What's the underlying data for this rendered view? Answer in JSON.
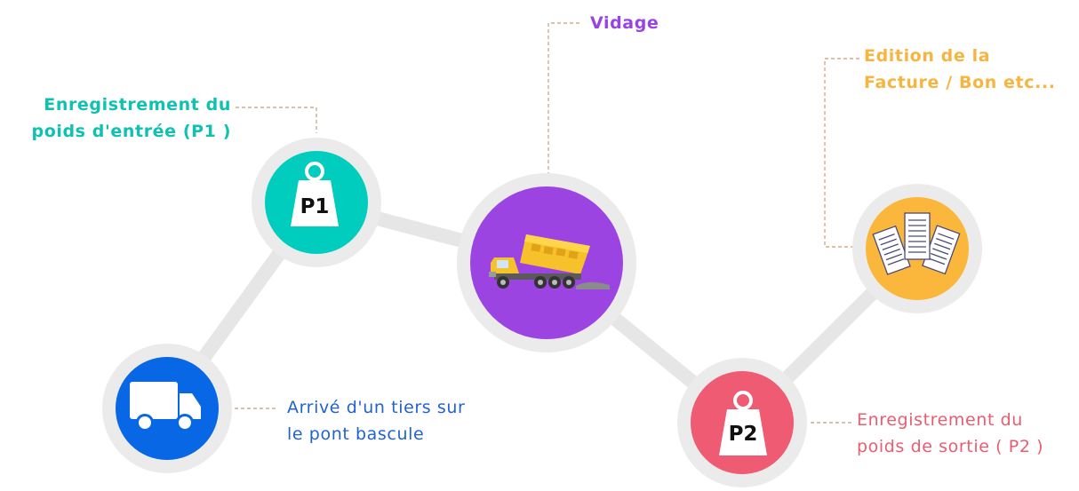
{
  "steps": [
    {
      "id": "arrive",
      "icon": "delivery-truck-icon",
      "color": "#0867e4",
      "lines": [
        "Arrivé d'un tiers sur",
        "le pont bascule"
      ]
    },
    {
      "id": "p1",
      "icon": "weight-p1-icon",
      "icon_text": "P1",
      "color": "#00cdbd",
      "lines": [
        "Enregistrement du",
        "poids d'entrée (P1 )"
      ]
    },
    {
      "id": "vidage",
      "icon": "dump-truck-icon",
      "color": "#9c44e2",
      "lines": [
        "Vidage"
      ]
    },
    {
      "id": "p2",
      "icon": "weight-p2-icon",
      "icon_text": "P2",
      "color": "#ef5b72",
      "lines": [
        "Enregistrement du",
        "poids de sortie ( P2 )"
      ]
    },
    {
      "id": "facture",
      "icon": "documents-icon",
      "color": "#fbb73c",
      "lines": [
        "Edition de la",
        "Facture / Bon etc..."
      ]
    }
  ],
  "colors": {
    "ring": "#ebebeb",
    "connector": "#e6e6e6",
    "leader": "#d3ab8a",
    "text_arrive": "#1f63d2",
    "text_p1": "#0fc1b1",
    "text_vidage": "#9944e0",
    "text_facture": "#f7b53f",
    "text_p2": "#ea5c70"
  }
}
